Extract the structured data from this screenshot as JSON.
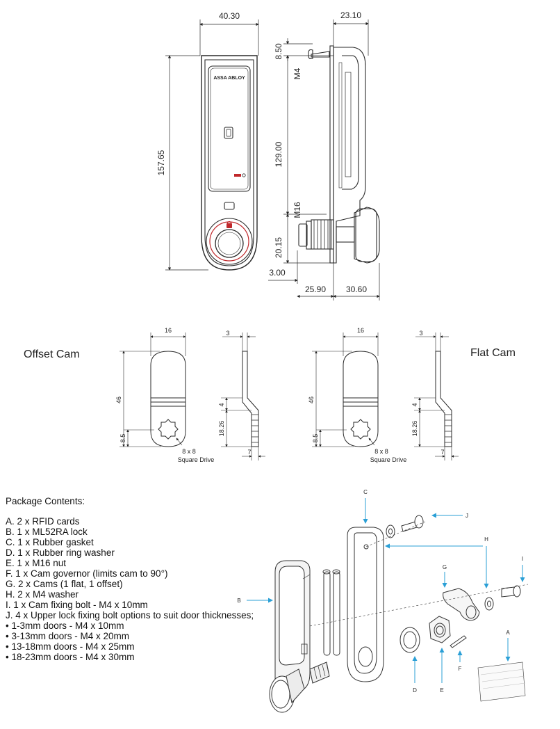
{
  "front_view": {
    "width_dim": "40.30",
    "height_dim": "157.65",
    "brand": "ASSA ABLOY"
  },
  "side_view": {
    "depth_dim": "23.10",
    "screw_dim": "8.50",
    "screw_label": "M4",
    "height_dim": "129.00",
    "thread_label": "M16",
    "lower_dim": "20.15",
    "plate_dim": "3.00",
    "thread_len_dim": "25.90",
    "knob_dim": "30.60"
  },
  "offset_cam": {
    "title": "Offset Cam",
    "width_dim": "16",
    "length_dim": "46",
    "hole_dim": "8.5",
    "drive_label_1": "8 x 8",
    "drive_label_2": "Square Drive",
    "thick_dim": "3",
    "offset_dim": "4",
    "offset_len_dim": "18.26",
    "foot_dim": "7"
  },
  "flat_cam": {
    "title": "Flat Cam",
    "width_dim": "16",
    "length_dim": "46",
    "hole_dim": "8.5",
    "drive_label_1": "8 x 8",
    "drive_label_2": "Square Drive",
    "thick_dim": "3",
    "offset_dim": "4",
    "offset_len_dim": "18.26",
    "foot_dim": "7"
  },
  "package": {
    "heading": "Package Contents:",
    "items": [
      "A.  2 x RFID cards",
      "B.  1 x ML52RA lock",
      "C.  1 x Rubber gasket",
      "D.  1 x Rubber ring washer",
      "E.    1 x M16 nut",
      "F.    1 x Cam governor (limits cam to 90°)",
      "G.  2 x Cams (1 flat, 1 offset)",
      "H.  2 x M4 washer",
      "I.   1 x Cam fixing bolt  - M4 x 10mm",
      "J.  4 x Upper lock fixing bolt options to suit door thicknesses;",
      "•  1-3mm doors - M4 x 10mm",
      "•  3-13mm doors - M4 x 20mm",
      "•  13-18mm doors - M4 x 25mm",
      "•  18-23mm doors - M4 x 30mm"
    ]
  },
  "callouts": {
    "a": "A",
    "b": "B",
    "c": "C",
    "d": "D",
    "e": "E",
    "f": "F",
    "g": "G",
    "h": "H",
    "i": "I",
    "j": "J"
  },
  "colors": {
    "line": "#2a2a2a",
    "accent_red": "#c0282b",
    "callout_blue": "#2a9fd6"
  }
}
